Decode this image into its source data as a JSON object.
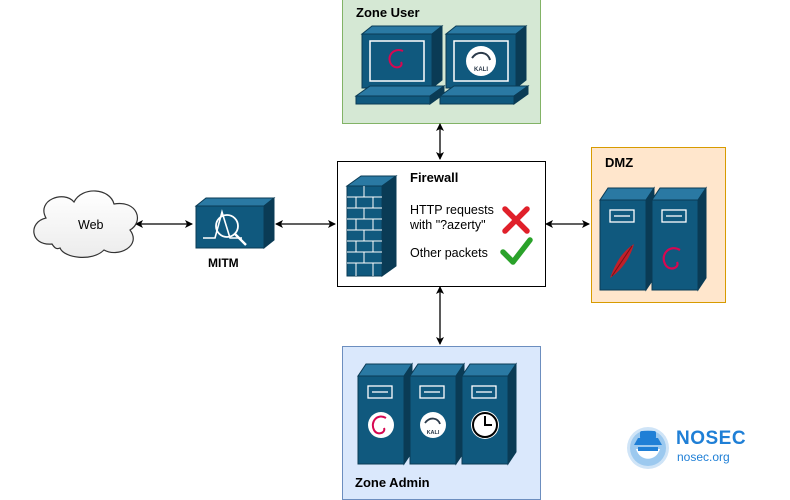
{
  "zones": {
    "user": {
      "label": "Zone User",
      "fill": "#d5e8d4",
      "stroke": "#82b366"
    },
    "dmz": {
      "label": "DMZ",
      "fill": "#ffe6cc",
      "stroke": "#d79b00"
    },
    "admin": {
      "label": "Zone Admin",
      "fill": "#dae8fc",
      "stroke": "#6c8ebf"
    }
  },
  "web": {
    "label": "Web"
  },
  "mitm": {
    "label": "MITM"
  },
  "firewall": {
    "title": "Firewall",
    "rules": [
      {
        "text_line1": "HTTP requests",
        "text_line2": "with \"?azerty\"",
        "verdict": "cross-icon",
        "color": "#e0202a"
      },
      {
        "text_line1": "Other packets",
        "text_line2": "",
        "verdict": "check-icon",
        "color": "#2aa22a"
      }
    ]
  },
  "logo": {
    "name": "NOSEC",
    "url": "nosec.org",
    "color": "#1f7fd6"
  },
  "colors": {
    "device_blue": "#10597e",
    "device_dark": "#0a3b55"
  }
}
